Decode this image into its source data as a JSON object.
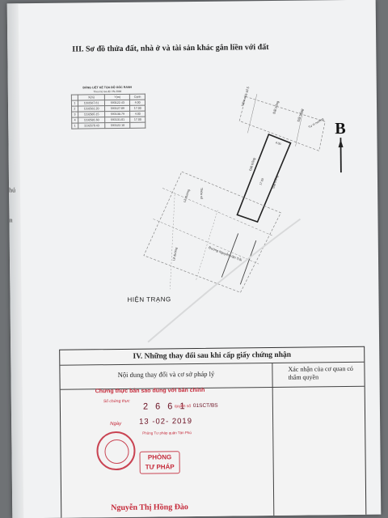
{
  "page": {
    "section_title": "III. Sơ đồ thửa đất, nhà ở và tài sản khác gắn liền với đất",
    "left_margin_texts": [
      "hú",
      "n"
    ],
    "north_marker": "B",
    "current_state_label": "HIỆN TRẠNG"
  },
  "coordinate_table": {
    "title": "BẢNG LIỆT KÊ TỌA ĐỘ GÓC RANH",
    "subtitle": "Theo hệ tọa độ VN-2000",
    "header": [
      "",
      "X(m)",
      "Y(m)",
      "Cạnh"
    ],
    "rows": [
      [
        "1",
        "1192567.61",
        "593122.43",
        "4.00"
      ],
      [
        "2",
        "1192561.20",
        "593127.89",
        "17.00"
      ],
      [
        "3",
        "1192565.15",
        "593130.79",
        "4.00"
      ],
      [
        "4",
        "1192581.60",
        "593131.81",
        "17.00"
      ],
      [
        "1",
        "1192578.43",
        "593122.10",
        ""
      ]
    ]
  },
  "plan_labels": {
    "road_top": "Hẻm nhà số 5",
    "neighbor_labels": [
      "Đất trống",
      "Đất trống",
      "Đất trống",
      "Đất trống"
    ],
    "dim_top": "4.00",
    "dim_side": "17.00",
    "road_bottom": "Đường Nguyễn Văn Trỗi",
    "road_side_labels": [
      "Lề đường",
      "Lề đường",
      "Tư vì nường"
    ],
    "lot_label": "Thửa số"
  },
  "changes_box": {
    "title": "IV. Những thay đổi sau khi cấp giấy chứng nhận",
    "col_left_header": "Nội dung thay đổi và cơ sở pháp lý",
    "col_right_header": "Xác nhận của cơ quan có thẩm quyền"
  },
  "stamp": {
    "certify_text": "Chứng thực bản sao đúng với bản chính",
    "number_label": "Số chứng thực",
    "number_value": "2 6 6 1",
    "book_label": "quyển số",
    "book_code": "01SCT/BS",
    "date_label": "Ngày",
    "date_value": "13 -02- 2019",
    "office_text": "Phòng Tư pháp quận Tân Phú",
    "rect_stamp_lines": [
      "PHÒNG",
      "TƯ PHÁP"
    ],
    "signer_name": "Nguyễn Thị Hồng Đào"
  },
  "colors": {
    "paper": "#f1f2f3",
    "stamp_red": "#c52a3a",
    "ink_dark": "#6a1022"
  }
}
